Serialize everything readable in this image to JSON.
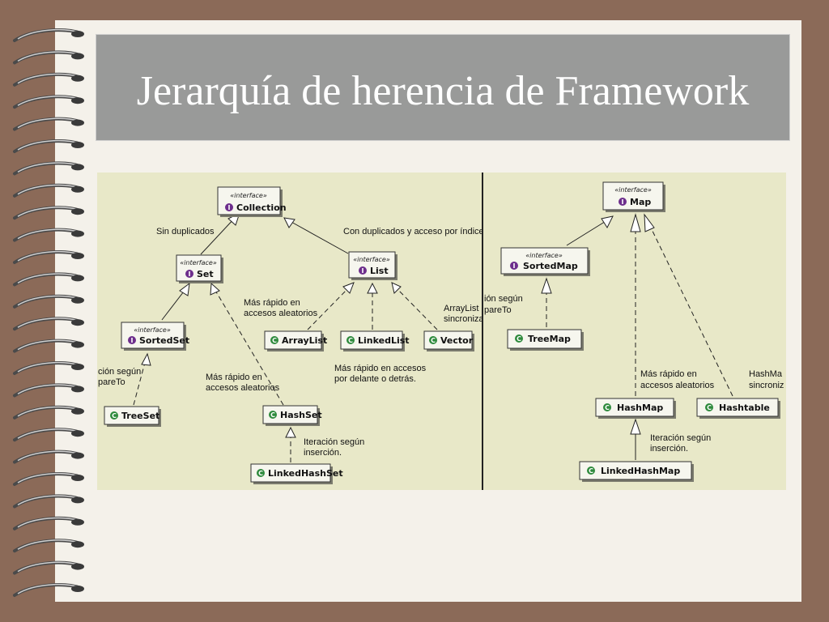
{
  "slide": {
    "title": "Jerarquía de herencia de Framework"
  },
  "diagram": {
    "colors": {
      "panel_bg": "#e8e8c8",
      "interface_badge": "#6d2e8c",
      "class_badge": "#2e8a3c"
    },
    "nodes": {
      "collection": {
        "stereotype": "«interface»",
        "name": "Collection",
        "badge": "I"
      },
      "set": {
        "stereotype": "«interface»",
        "name": "Set",
        "badge": "I"
      },
      "list": {
        "stereotype": "«interface»",
        "name": "List",
        "badge": "I"
      },
      "sortedset": {
        "stereotype": "«interface»",
        "name": "SortedSet",
        "badge": "I"
      },
      "treeset": {
        "name": "TreeSet",
        "badge": "C"
      },
      "hashset": {
        "name": "HashSet",
        "badge": "C"
      },
      "linkedhashset": {
        "name": "LinkedHashSet",
        "badge": "C"
      },
      "arraylist": {
        "name": "ArrayList",
        "badge": "C"
      },
      "linkedlist": {
        "name": "LinkedList",
        "badge": "C"
      },
      "vector": {
        "name": "Vector",
        "badge": "C"
      },
      "map": {
        "stereotype": "«interface»",
        "name": "Map",
        "badge": "I"
      },
      "sortedmap": {
        "stereotype": "«interface»",
        "name": "SortedMap",
        "badge": "I"
      },
      "treemap": {
        "name": "TreeMap",
        "badge": "C"
      },
      "hashmap": {
        "name": "HashMap",
        "badge": "C"
      },
      "hashtable": {
        "name": "Hashtable",
        "badge": "C"
      },
      "linkedhashmap": {
        "name": "LinkedHashMap",
        "badge": "C"
      }
    },
    "notes": {
      "sin_duplicados": "Sin duplicados",
      "con_duplicados": "Con duplicados y acceso por índice",
      "set_rapido_1": "Más rápido en",
      "set_rapido_2": "accesos aleatorios",
      "arraylist_sinc_1": "ArrayList",
      "arraylist_sinc_2": "sincroniza",
      "sortedset_iter_1": "ción según",
      "sortedset_iter_2": "pareTo",
      "hashset_rapido_1": "Más rápido en",
      "hashset_rapido_2": "accesos aleatorios",
      "list_delante_1": "Más rápido en accesos",
      "list_delante_2": "por delante o detrás.",
      "linkedhashset_iter_1": "Iteración según",
      "linkedhashset_iter_2": "inserción.",
      "sortedmap_iter_1": "ión según",
      "sortedmap_iter_2": "pareTo",
      "hashmap_rapido_1": "Más rápido en",
      "hashmap_rapido_2": "accesos aleatorios",
      "hashtable_sinc_1": "HashMa",
      "hashtable_sinc_2": "sincroniz",
      "linkedhashmap_iter_1": "Iteración según",
      "linkedhashmap_iter_2": "inserción."
    }
  }
}
